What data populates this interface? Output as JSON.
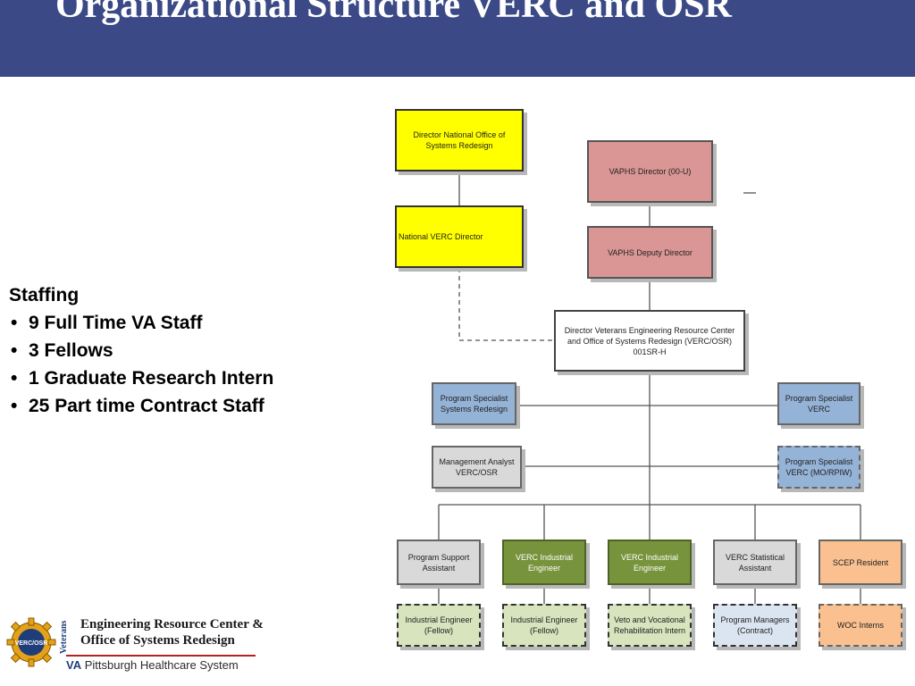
{
  "title": "Organizational Structure VERC and OSR",
  "staffing": {
    "heading": "Staffing",
    "items": [
      "9  Full Time VA Staff",
      "3  Fellows",
      "1  Graduate Research Intern",
      "25  Part time Contract Staff"
    ]
  },
  "org_chart": {
    "director_national_osr": "Director National Office of Systems Redesign",
    "national_verc_director": "National VERC Director",
    "vaphs_director": "VAPHS Director (00-U)",
    "vaphs_deputy_director": "VAPHS Deputy Director",
    "director_verc_osr": "Director Veterans Engineering Resource Center and Office of Systems Redesign (VERC/OSR) 001SR-H",
    "ps_systems_redesign": "Program Specialist Systems Redesign",
    "ps_verc": "Program Specialist VERC",
    "management_analyst": "Management Analyst VERC/OSR",
    "ps_verc_mo": "Program Specialist VERC (MO/RPIW)",
    "program_support_assistant": "Program Support Assistant",
    "verc_ie_1": "VERC Industrial Engineer",
    "verc_ie_2": "VERC Industrial Engineer",
    "verc_statistical_assistant": "VERC Statistical Assistant",
    "scep_resident": "SCEP Resident",
    "ie_fellow_1": "Industrial Engineer (Fellow)",
    "ie_fellow_2": "Industrial Engineer (Fellow)",
    "veto_vocational": "Veto and Vocational Rehabilitation Intern",
    "program_managers": "Program Managers (Contract)",
    "woc_interns": "WOC Interns"
  },
  "logo": {
    "gear_label": "VERC/OSR",
    "vertical_text": "Veterans",
    "line1": "Engineering Resource Center &",
    "line2": "Office of Systems Redesign",
    "sub_prefix": "VA",
    "sub_text": " Pittsburgh Healthcare System"
  },
  "colors": {
    "title_bar": "#3b4a86",
    "yellow": "#ffff00",
    "pink": "#d99694",
    "blue": "#95b3d7",
    "green": "#77933c",
    "orange": "#fac08f"
  }
}
